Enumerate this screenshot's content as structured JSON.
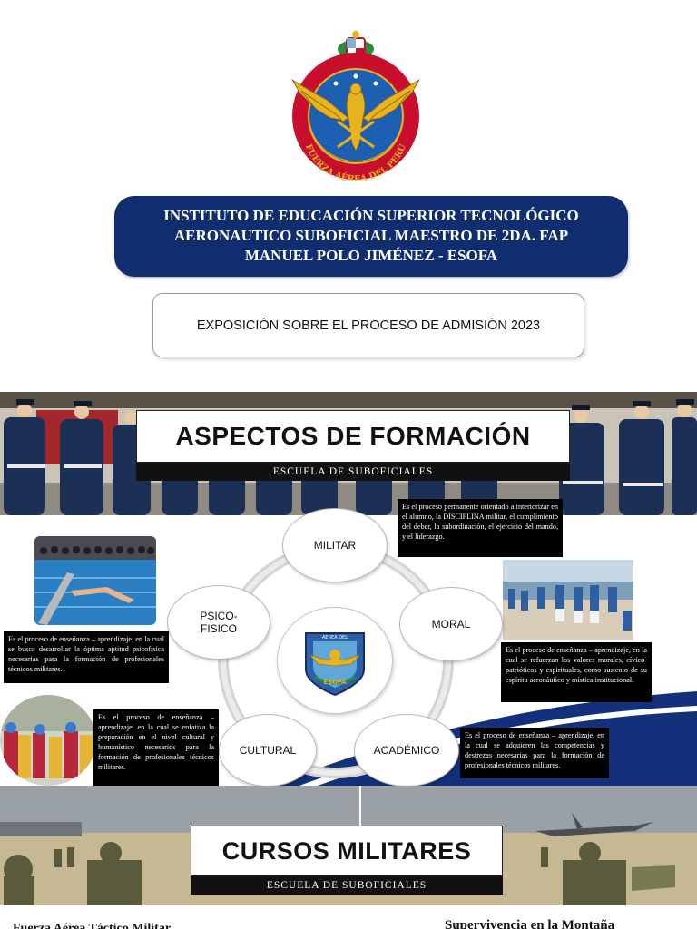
{
  "slide1": {
    "crest": {
      "icon": "fap-crest-icon",
      "ring_text": "FUERZA AÉREA DEL PERÚ",
      "colors": {
        "red": "#c8102e",
        "gold": "#e8b321",
        "blue": "#1d5fb0"
      }
    },
    "institution_title": {
      "line1": "INSTITUTO DE EDUCACIÓN SUPERIOR TECNOLÓGICO",
      "line2": "AERONAUTICO SUBOFICIAL MAESTRO DE 2DA. FAP",
      "line3": "MANUEL POLO JIMÉNEZ - ESOFA"
    },
    "subtitle": "EXPOSICIÓN SOBRE EL PROCESO DE ADMISIÓN 2023",
    "colors": {
      "title_bg": "#0f2d6f"
    }
  },
  "slide2": {
    "banner_title": "ASPECTOS DE FORMACIÓN",
    "banner_subtitle": "ESCUELA DE SUBOFICIALES",
    "badge": {
      "icon": "esofa-badge-icon",
      "top_text": "AEREA DEL",
      "bottom_text": "ESOFA"
    },
    "nodes": {
      "militar": "MILITAR",
      "psico_line1": "PSICO-",
      "psico_line2": "FISICO",
      "moral": "MORAL",
      "cultural": "CULTURAL",
      "academico": "ACADÉMICO"
    },
    "descriptions": {
      "militar": "Es el proceso permanente orientado a interiorizar en el alumno, la DISCIPLINA militar, el cumplimiento del deber, la subordinación, el ejercicio del mando, y el liderazgo.",
      "psico": "Es el proceso de enseñanza – aprendizaje, en la cual se busca desarrollar la óptima aptitud psicofísica necesarias para la formación de profesionales técnicos militares.",
      "moral": "Es el proceso de enseñanza – aprendizaje, en la cual se refuerzan los valores morales, cívico-patrióticos y espirituales, como sustento de su espíritu aeronáutico y mística institucional.",
      "cultural": "Es el proceso de enseñanza – aprendizaje, en la cual se enfatiza la preparación en el nivel cultural y humanístico necesarios para la formación de profesionales técnicos militares.",
      "academico": "Es el proceso de enseñanza – aprendizaje, en la cual se adquieren las competencias y destrezas necesarias para la formación de profesionales técnicos militares."
    },
    "colors": {
      "swoosh": "#13307a",
      "banner_black": "#111111"
    }
  },
  "slide3": {
    "banner_title": "CURSOS MILITARES",
    "banner_subtitle": "ESCUELA DE SUBOFICIALES",
    "cut_left": "Fuerza Aérea Táctico Militar",
    "cut_right": "Supervivencia en la Montaña"
  }
}
